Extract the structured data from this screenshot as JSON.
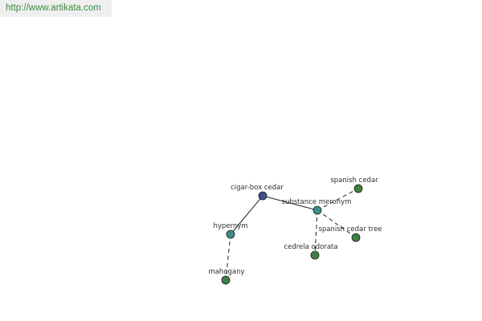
{
  "site": {
    "url_text": "http://www.artikata.com"
  },
  "colors": {
    "root_node": "#3f4f8f",
    "relation_node": "#3f8c88",
    "leaf_node": "#3f8040",
    "edge": "#222222",
    "url_text": "#3f8a3f",
    "banner_bg": "#efefef"
  },
  "graph": {
    "nodes": [
      {
        "id": "cigar-box-cedar",
        "label": "cigar-box cedar",
        "kind": "root"
      },
      {
        "id": "substance-meronym",
        "label": "substance meronym",
        "kind": "relation"
      },
      {
        "id": "hypernym",
        "label": "hypernym",
        "kind": "relation"
      },
      {
        "id": "spanish-cedar",
        "label": "spanish cedar",
        "kind": "leaf"
      },
      {
        "id": "spanish-cedar-tree",
        "label": "spanish cedar tree",
        "kind": "leaf"
      },
      {
        "id": "cedrela-odorata",
        "label": "cedrela odorata",
        "kind": "leaf"
      },
      {
        "id": "mahogany",
        "label": "mahogany",
        "kind": "leaf"
      }
    ],
    "edges": [
      {
        "from": "cigar-box-cedar",
        "to": "substance-meronym",
        "style": "solid"
      },
      {
        "from": "cigar-box-cedar",
        "to": "hypernym",
        "style": "solid"
      },
      {
        "from": "substance-meronym",
        "to": "spanish-cedar",
        "style": "dashed"
      },
      {
        "from": "substance-meronym",
        "to": "spanish-cedar-tree",
        "style": "dashed"
      },
      {
        "from": "substance-meronym",
        "to": "cedrela-odorata",
        "style": "dashed"
      },
      {
        "from": "hypernym",
        "to": "mahogany",
        "style": "dashed"
      }
    ]
  }
}
